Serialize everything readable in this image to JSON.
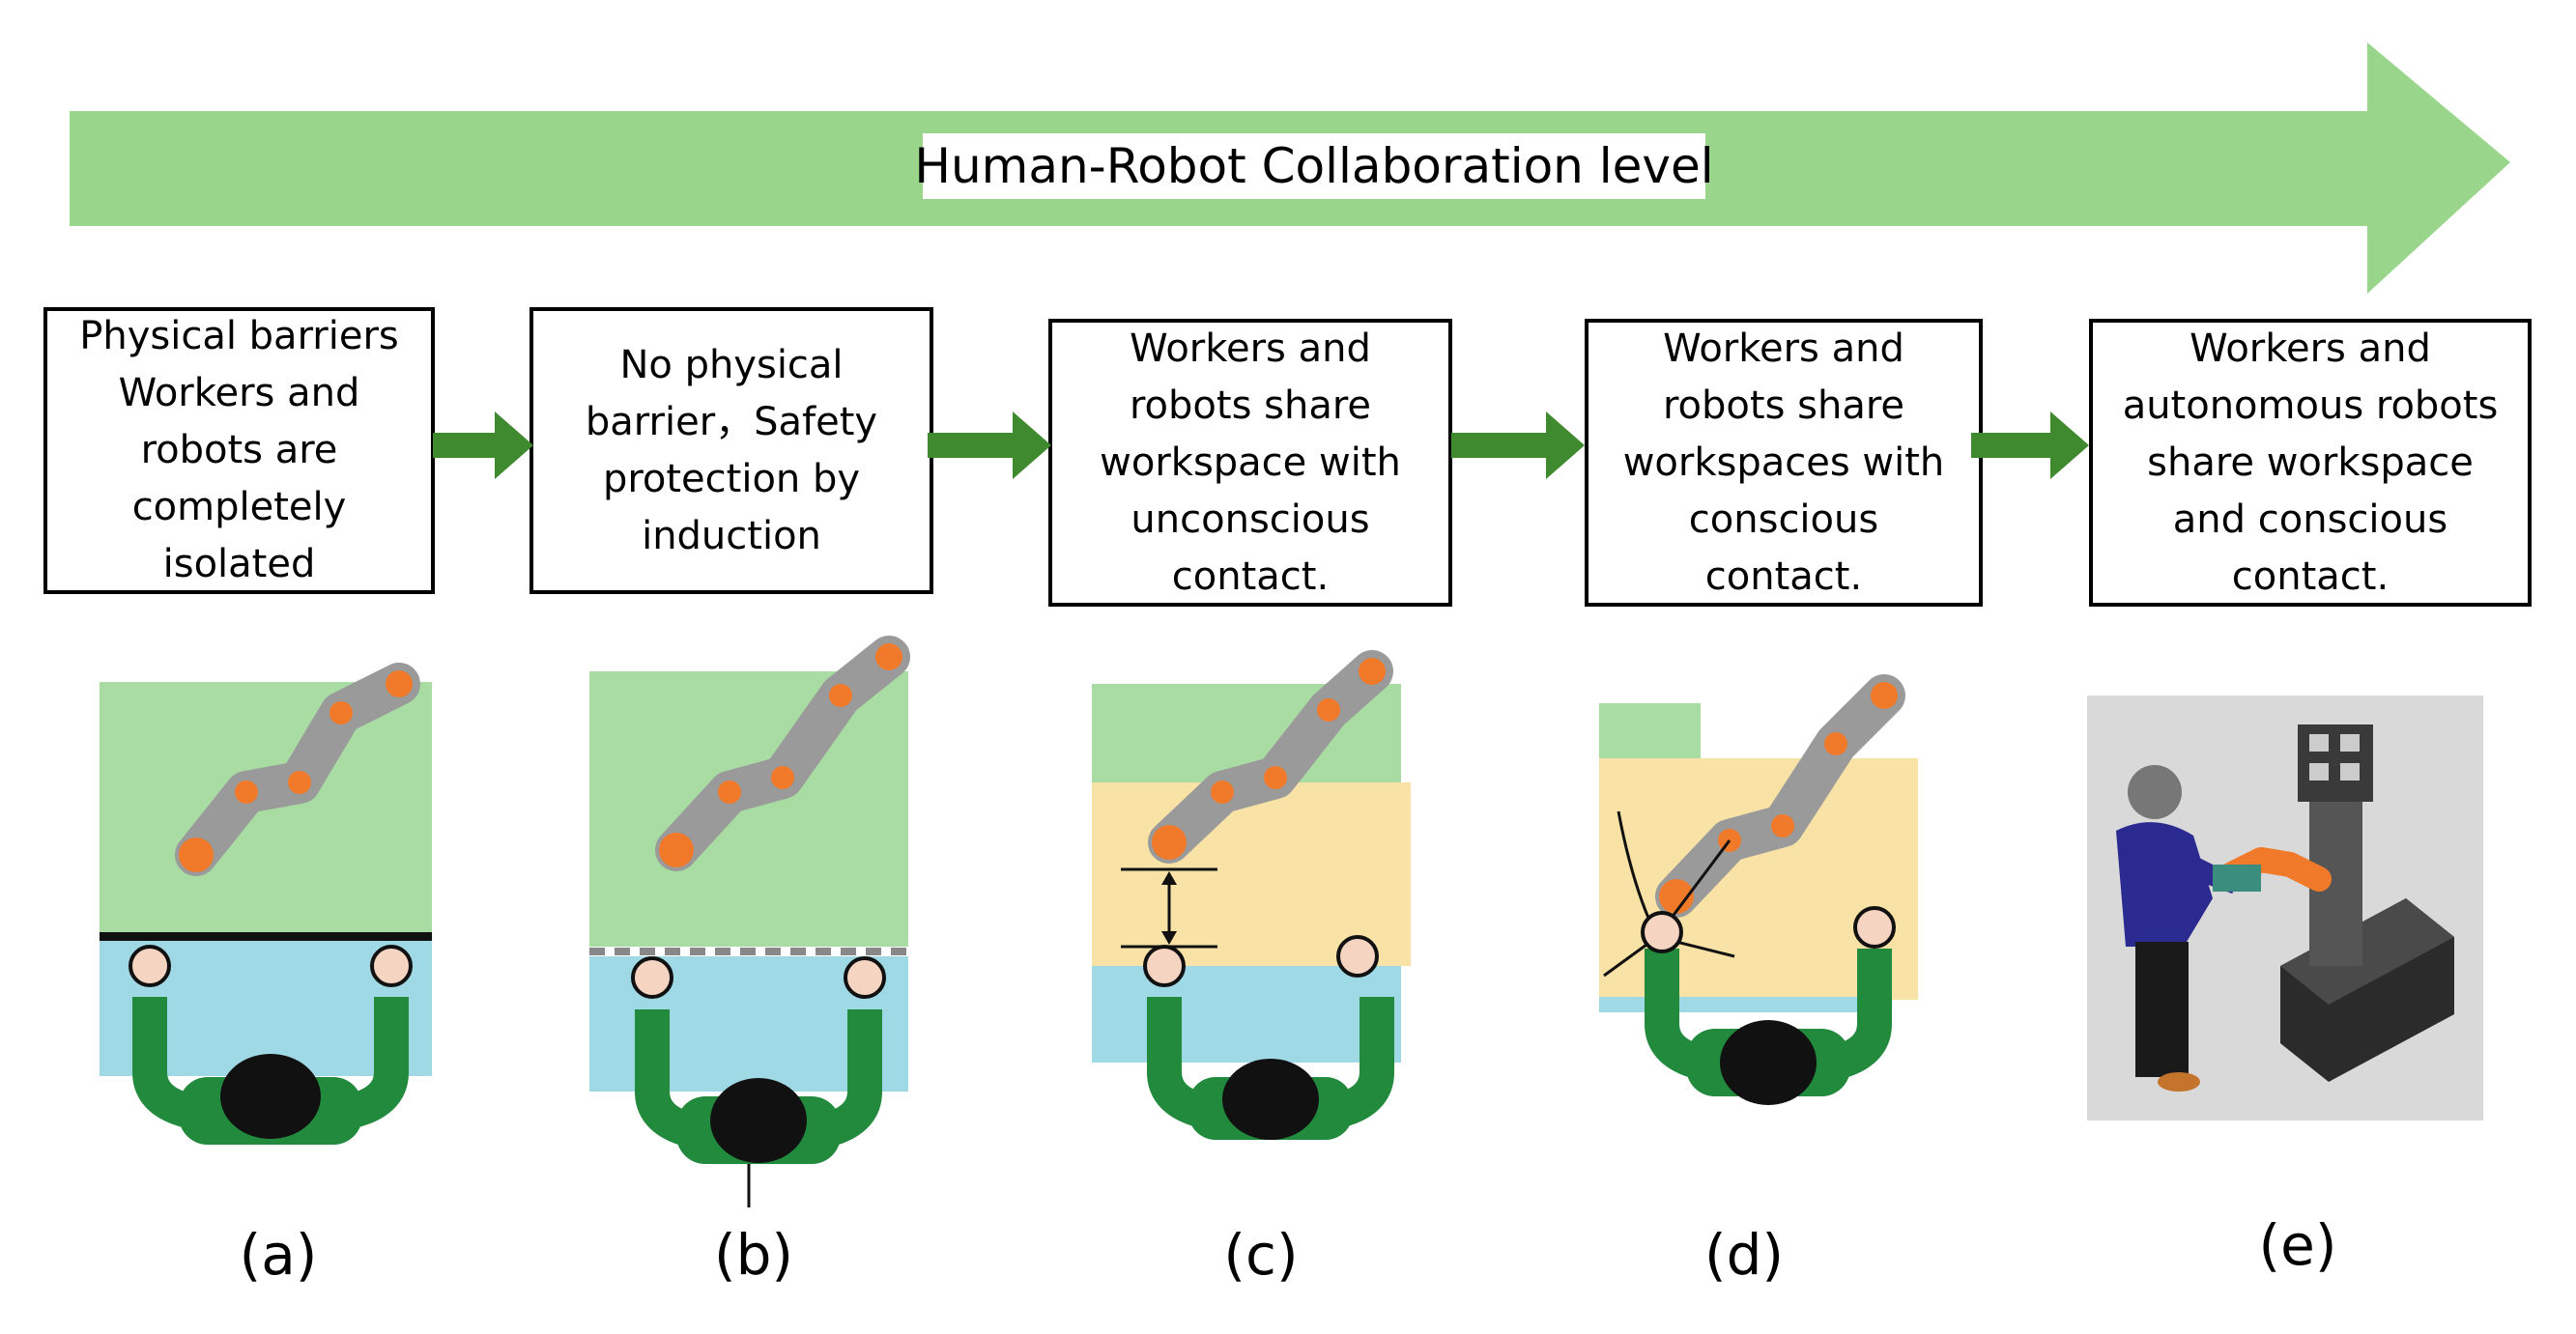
{
  "banner": {
    "title": "Human-Robot Collaboration level",
    "color": "#99d68b"
  },
  "stages": [
    {
      "id": "a",
      "text": "Physical barriers\nWorkers and\nrobots are\ncompletely\nisolated",
      "label": "(a)"
    },
    {
      "id": "b",
      "text": "No physical\nbarrier，Safety\nprotection by\ninduction",
      "label": "(b)"
    },
    {
      "id": "c",
      "text": "Workers and\nrobots share\nworkspace with\nunconscious\ncontact.",
      "label": "(c)"
    },
    {
      "id": "d",
      "text": "Workers and\nrobots share\nworkspaces with\nconscious\ncontact.",
      "label": "(d)"
    },
    {
      "id": "e",
      "text": "Workers and\nautonomous robots\nshare workspace\nand conscious\ncontact.",
      "label": "(e)"
    }
  ],
  "colors": {
    "flow_arrow": "#3f8a2e",
    "robot_zone": "#a9dca3",
    "shared_zone": "#f8e2a6",
    "worker_zone": "#9fd9e6",
    "robot_arm": "#9a9a9a",
    "robot_joint": "#f07a2a",
    "worker_body": "#218a3c",
    "worker_hand": "#f6d4c2",
    "worker_head": "#111111",
    "photo_bg": "#d9d9d9"
  }
}
